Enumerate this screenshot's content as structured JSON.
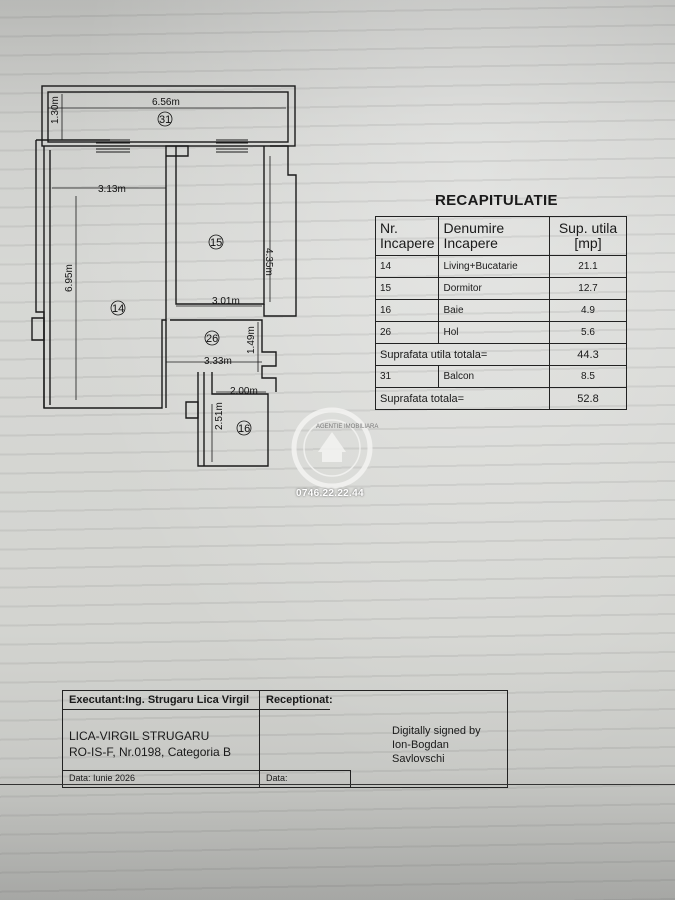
{
  "plan": {
    "dims": {
      "top_width": "6.56m",
      "balcony_depth": "1.30m",
      "living_width": "3.13m",
      "living_height": "6.95m",
      "bedroom_height": "4.35m",
      "bedroom_width": "3.01m",
      "hall_height": "1.49m",
      "hall_width": "3.33m",
      "bath_width": "2.00m",
      "bath_height": "2.51m"
    },
    "rooms": {
      "balcony": "31",
      "living": "14",
      "bedroom": "15",
      "hall": "26",
      "bath": "16"
    },
    "watermark_phone": "0746.22.22.44",
    "stamp_text": "AGENTIE IMOBILIARA"
  },
  "recap": {
    "title": "RECAPITULATIE",
    "headers": {
      "nr": "Nr. Incapere",
      "denumire": "Denumire Incapere",
      "sup": "Sup. utila [mp]"
    },
    "rows": [
      {
        "nr": "14",
        "name": "Living+Bucatarie",
        "area": "21.1"
      },
      {
        "nr": "15",
        "name": "Dormitor",
        "area": "12.7"
      },
      {
        "nr": "16",
        "name": "Baie",
        "area": "4.9"
      },
      {
        "nr": "26",
        "name": "Hol",
        "area": "5.6"
      }
    ],
    "util_total_label": "Suprafata utila totala=",
    "util_total_value": "44.3",
    "balcony_row": {
      "nr": "31",
      "name": "Balcon",
      "area": "8.5"
    },
    "total_label": "Suprafata totala=",
    "total_value": "52.8"
  },
  "footer": {
    "executant": "Executant:Ing. Strugaru Lica Virgil",
    "receptionat": "Receptionat:",
    "name_line": "LICA-VIRGIL STRUGARU",
    "reg_line": "RO-IS-F, Nr.0198, Categoria B",
    "signed_1": "Digitally signed by",
    "signed_2": "Ion-Bogdan",
    "signed_3": "Savlovschi",
    "date_left": "Data: Iunie 2026",
    "date_right": "Data:"
  }
}
